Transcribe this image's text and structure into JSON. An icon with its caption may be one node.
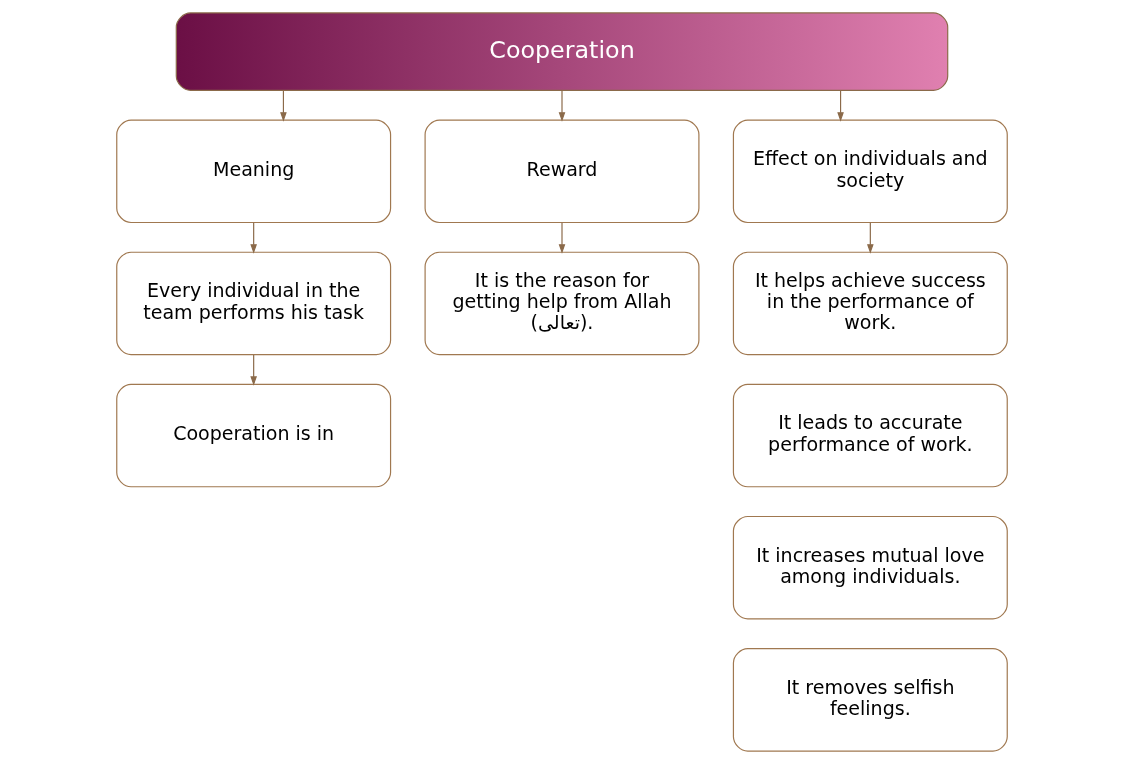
{
  "diagram": {
    "nodes": [
      {
        "text": [
          "Cooperation"
        ]
      },
      {
        "text": [
          "Meaning"
        ]
      },
      {
        "text": [
          "Reward"
        ]
      },
      {
        "text": [
          "Effect on individuals and society"
        ]
      },
      {
        "text": [
          "Every individual in the team performs his task"
        ]
      },
      {
        "text": [
          "Cooperation is in"
        ]
      },
      {
        "text": [
          "It is the reason for getting help from Allah (تعالى)."
        ]
      },
      {
        "text": [
          "It helps achieve success in the performance of work."
        ]
      },
      {
        "text": [
          "It leads to accurate performance of work."
        ]
      },
      {
        "text": [
          "It increases mutual love among individuals."
        ]
      },
      {
        "text": [
          "It removes selfish feelings."
        ]
      }
    ],
    "edges": [
      {
        "from": 0,
        "to": 1,
        "arrow": "to"
      },
      {
        "from": 0,
        "to": 2,
        "arrow": "to"
      },
      {
        "from": 0,
        "to": 3,
        "arrow": "to"
      },
      {
        "from": 1,
        "to": 4,
        "arrow": "to"
      },
      {
        "from": 4,
        "to": 5,
        "arrow": "to"
      },
      {
        "from": 2,
        "to": 6,
        "arrow": "to"
      },
      {
        "from": 3,
        "to": 7,
        "arrow": "to"
      }
    ]
  }
}
